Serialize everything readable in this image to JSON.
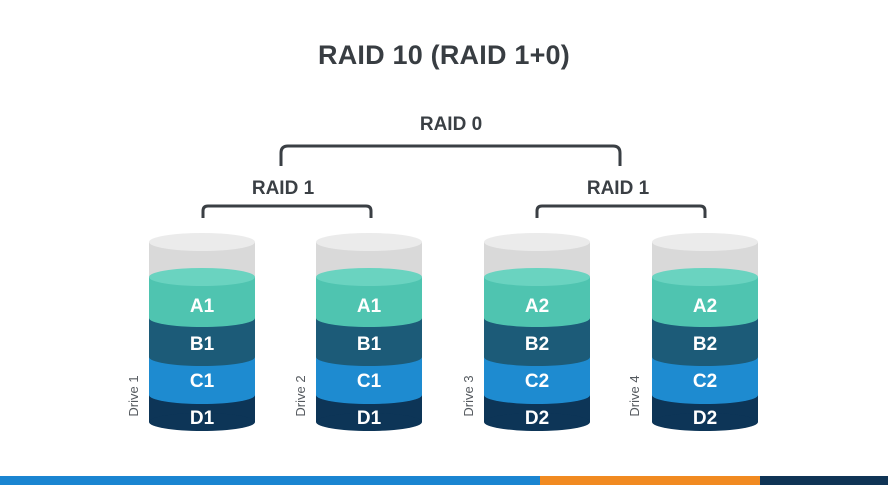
{
  "title": "RAID 10 (RAID 1+0)",
  "top_group": {
    "label": "RAID 0"
  },
  "mirror_groups": [
    {
      "label": "RAID 1"
    },
    {
      "label": "RAID 1"
    }
  ],
  "drives": [
    {
      "label": "Drive 1",
      "blocks": [
        "A1",
        "B1",
        "C1",
        "D1"
      ]
    },
    {
      "label": "Drive 2",
      "blocks": [
        "A1",
        "B1",
        "C1",
        "D1"
      ]
    },
    {
      "label": "Drive 3",
      "blocks": [
        "A2",
        "B2",
        "C2",
        "D2"
      ]
    },
    {
      "label": "Drive 4",
      "blocks": [
        "A2",
        "B2",
        "C2",
        "D2"
      ]
    }
  ],
  "colors": {
    "title_text": "#383d42",
    "bracket": "#3a3f44",
    "empty_top": "#ebebeb",
    "empty_body": "#d9d9d9",
    "block_a": "#4fc4b0",
    "block_b": "#1c5b78",
    "block_c": "#1e8bd0",
    "block_d": "#0d3557",
    "bar_blue": "#1a85d1",
    "bar_orange": "#f18a21",
    "bar_navy": "#0f3455"
  }
}
